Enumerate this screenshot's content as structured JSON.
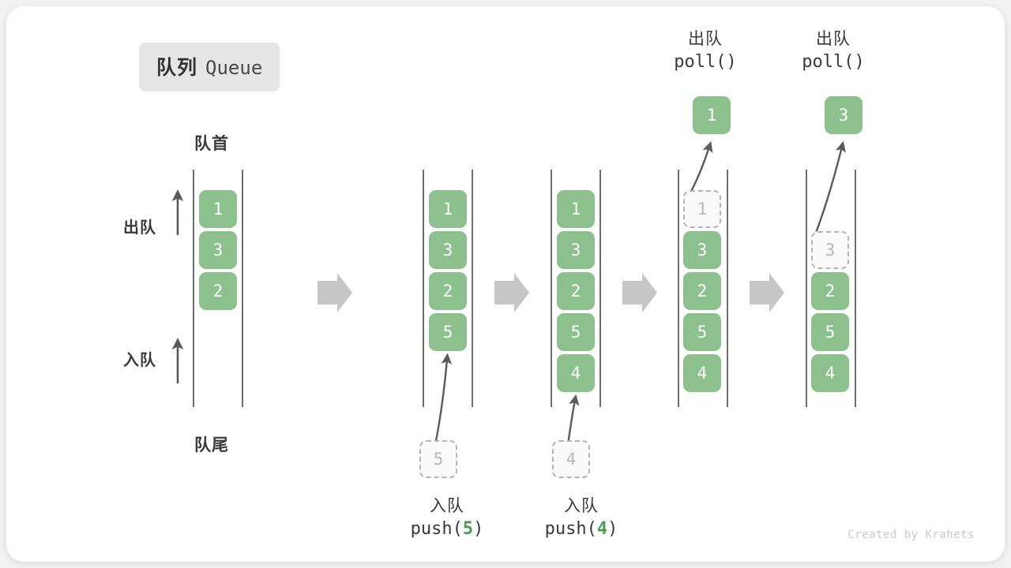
{
  "title": {
    "cn": "队列",
    "en": "Queue"
  },
  "labels": {
    "front": "队首",
    "rear": "队尾",
    "dequeue": "出队",
    "enqueue": "入队"
  },
  "watermark": "Created by Krahets",
  "colors": {
    "box_fill": "#8cc08c",
    "box_text": "#ffffff",
    "ghost_border": "#b5b5b5",
    "ghost_text": "#b8b8b8",
    "accent_green": "#4b9b52",
    "arrow_gray": "#5a5a5a",
    "step_arrow": "#c6c6c6",
    "badge_bg": "#e6e6e6",
    "card_bg": "#ffffff",
    "page_bg": "#f2f2f2"
  },
  "panels": [
    {
      "name": "initial-queue",
      "items": [
        "1",
        "3",
        "2"
      ],
      "ghost": null,
      "popped": null,
      "caption": null
    },
    {
      "name": "after-push-5",
      "items": [
        "1",
        "3",
        "2",
        "5"
      ],
      "ghost": {
        "value": "5",
        "position": "below"
      },
      "popped": null,
      "caption": {
        "cn": "入队",
        "fn": "push",
        "arg": "5"
      }
    },
    {
      "name": "after-push-4",
      "items": [
        "1",
        "3",
        "2",
        "5",
        "4"
      ],
      "ghost": {
        "value": "4",
        "position": "below"
      },
      "popped": null,
      "caption": {
        "cn": "入队",
        "fn": "push",
        "arg": "4"
      }
    },
    {
      "name": "after-poll-1",
      "items": [
        "3",
        "2",
        "5",
        "4"
      ],
      "ghost": {
        "value": "1",
        "position": "slot0"
      },
      "popped": "1",
      "caption": {
        "cn": "出队",
        "fn": "poll",
        "arg": ""
      }
    },
    {
      "name": "after-poll-3",
      "items": [
        "2",
        "5",
        "4"
      ],
      "ghost": {
        "value": "3",
        "position": "slot1"
      },
      "popped": "3",
      "caption": {
        "cn": "出队",
        "fn": "poll",
        "arg": ""
      }
    }
  ],
  "step_arrows": 4
}
